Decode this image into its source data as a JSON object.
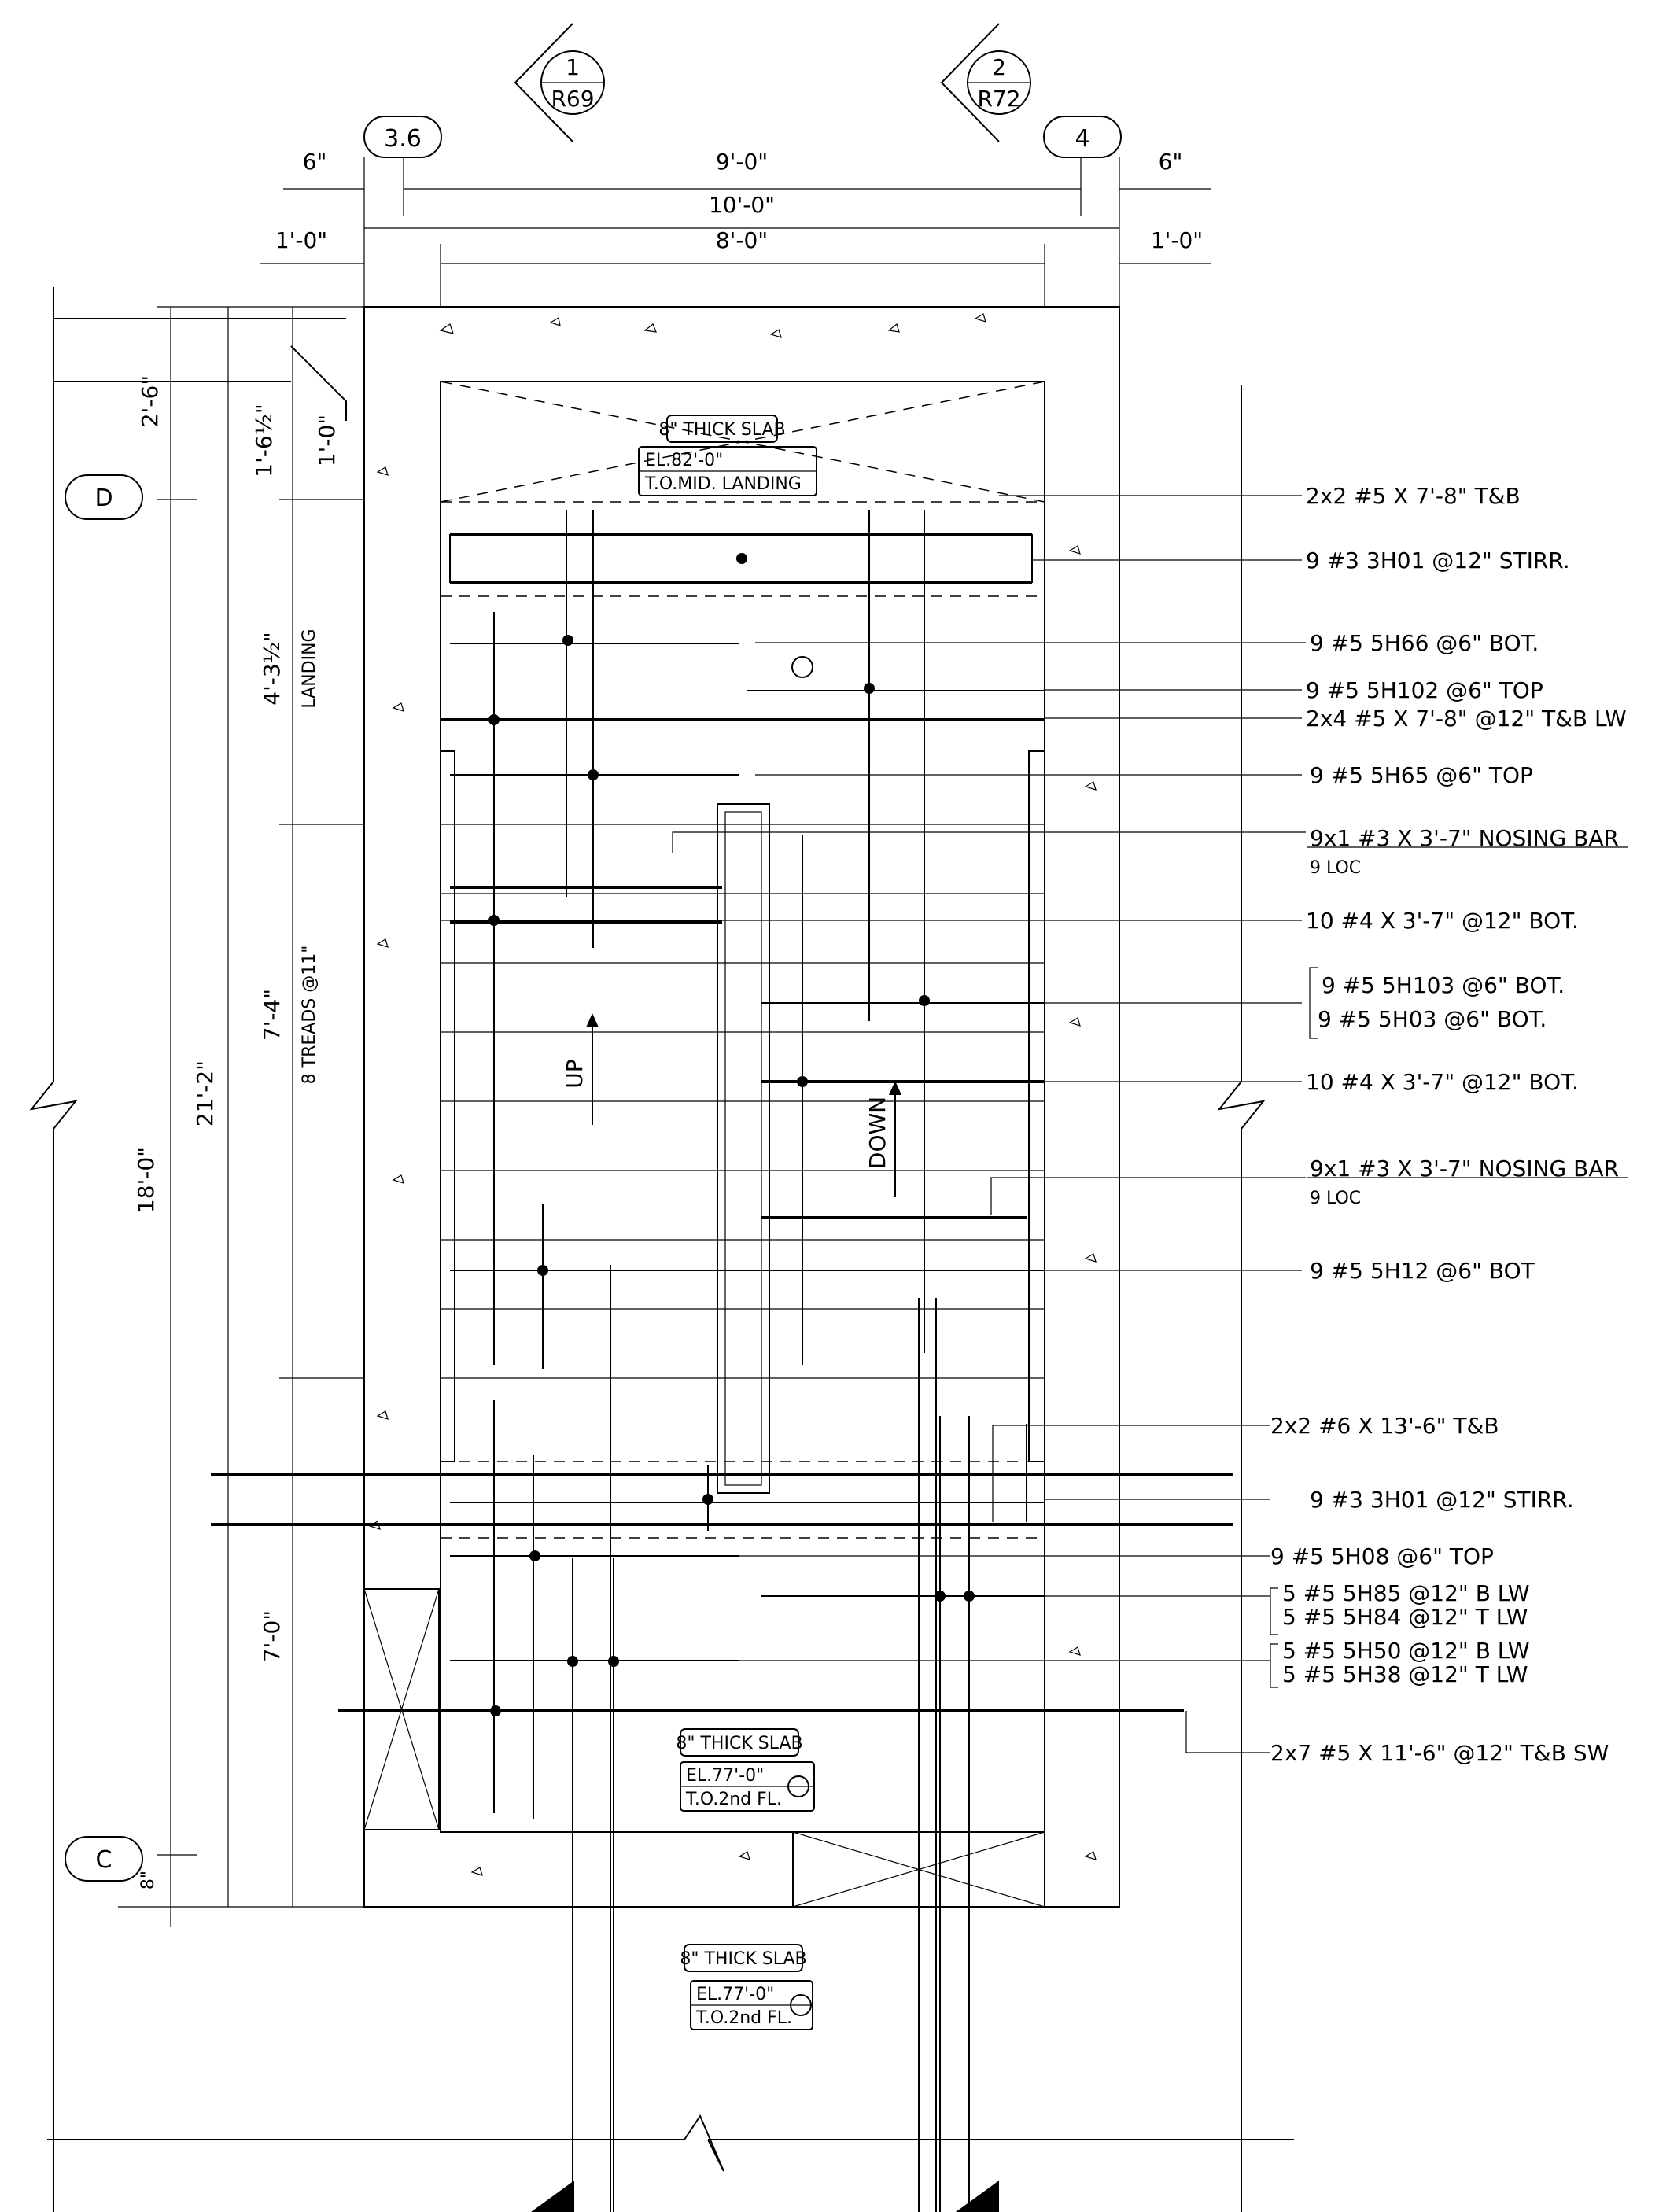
{
  "grid_bubbles": {
    "g36": "3.6",
    "g4": "4",
    "gD": "D",
    "gC": "C"
  },
  "section_marks": {
    "s1": {
      "num": "1",
      "sheet": "R69"
    },
    "s2": {
      "num": "2",
      "sheet": "R72"
    }
  },
  "dimensions": {
    "top_6_left": "6\"",
    "top_9": "9'-0\"",
    "top_6_right": "6\"",
    "top_10": "10'-0\"",
    "top_1_left": "1'-0\"",
    "top_8": "8'-0\"",
    "top_1_right": "1'-0\"",
    "d_2_6": "2'-6\"",
    "d_1_6": "1'-6½\"",
    "d_1_0": "1'-0\"",
    "d_4_3": "4'-3½\"",
    "d_landing": "LANDING",
    "d_7_4": "7'-4\"",
    "d_treads": "8 TREADS @11\"",
    "d_21_2": "21'-2\"",
    "d_18": "18'-0\"",
    "d_7_0": "7'-0\"",
    "d_8": "8\""
  },
  "slab_tags": {
    "mid": {
      "thick": "8\" THICK SLAB",
      "el": "EL.82'-0\"",
      "ref": "T.O.MID. LANDING"
    },
    "second_in": {
      "thick": "8\" THICK SLAB",
      "el": "EL.77'-0\"",
      "ref": "T.O.2nd FL."
    },
    "second_out": {
      "thick": "8\" THICK SLAB",
      "el": "EL.77'-0\"",
      "ref": "T.O.2nd FL."
    }
  },
  "arrows": {
    "up": "UP",
    "down": "DOWN"
  },
  "callouts": [
    "2x2  #5  X  7'-8\"  T&B",
    "9  #3  3H01  @12\"  STIRR.",
    "9  #5  5H66  @6\"  BOT.",
    "9  #5  5H102  @6\"  TOP",
    "2x4  #5  X  7'-8\"  @12\"  T&B  LW",
    "9  #5  5H65  @6\"  TOP",
    "9x1  #3  X  3'-7\"  NOSING  BAR",
    "9 LOC",
    "10  #4  X  3'-7\"  @12\"  BOT.",
    "9  #5  5H103  @6\"  BOT.",
    "9  #5  5H03  @6\"  BOT.",
    "10  #4  X  3'-7\"  @12\"  BOT.",
    "9x1  #3  X  3'-7\"  NOSING  BAR",
    "9 LOC",
    "9  #5  5H12  @6\"  BOT",
    "2x2  #6  X  13'-6\"  T&B",
    "9  #3  3H01  @12\"  STIRR.",
    "9  #5  5H08  @6\"  TOP",
    "5  #5  5H85  @12\"  B  LW",
    "5  #5  5H84  @12\"  T  LW",
    "5  #5  5H50  @12\"  B  LW",
    "5  #5  5H38  @12\"  T  LW",
    "2x7  #5  X  11'-6\"  @12\"  T&B  SW"
  ]
}
